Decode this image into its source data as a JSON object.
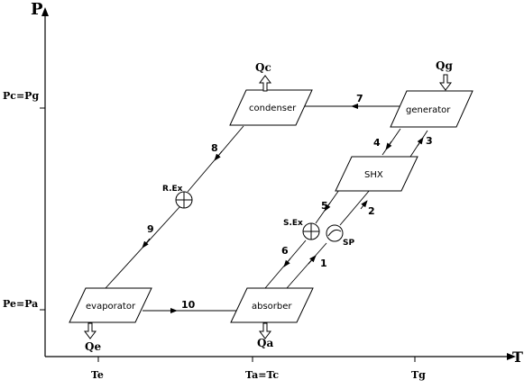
{
  "axes": {
    "y_label": "P",
    "x_label": "T",
    "y_ticks": {
      "pc": "Pc=Pg",
      "pe": "Pe=Pa"
    },
    "x_ticks": {
      "te": "Te",
      "ta": "Ta=Tc",
      "tg": "Tg"
    }
  },
  "components": {
    "condenser": "condenser",
    "generator": "generator",
    "shx": "SHX",
    "evaporator": "evaporator",
    "absorber": "absorber",
    "rex": "R.Ex",
    "sex": "S.Ex",
    "sp": "SP"
  },
  "heat": {
    "qc": "Qc",
    "qg": "Qg",
    "qe": "Qe",
    "qa": "Qa"
  },
  "streams": [
    "1",
    "2",
    "3",
    "4",
    "5",
    "6",
    "7",
    "8",
    "9",
    "10"
  ]
}
